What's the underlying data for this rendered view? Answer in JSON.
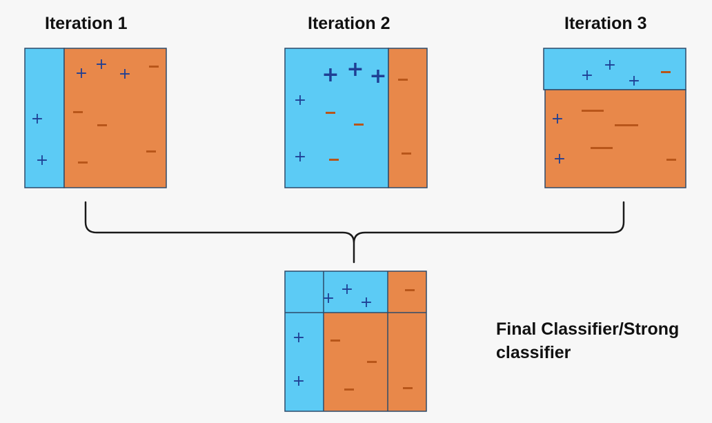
{
  "colors": {
    "positive_region": "#5ccbf5",
    "negative_region": "#e8884a",
    "plus_mark": "#1f3f94",
    "minus_mark": "#b8561a",
    "outline": "#2d4a6a",
    "brace": "#1a1a1a"
  },
  "iterations": [
    {
      "title": "Iteration 1"
    },
    {
      "title": "Iteration 2"
    },
    {
      "title": "Iteration 3"
    }
  ],
  "final": {
    "label": "Final Classifier/Strong classifier"
  }
}
